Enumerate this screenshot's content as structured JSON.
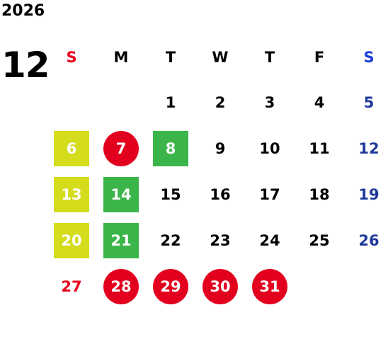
{
  "year": "2026",
  "month": "12",
  "colors": {
    "sunday_header": "#e8001c",
    "saturday_header": "#1f3fd9",
    "weekday": "#000000",
    "sunday_date": "#e8001c",
    "saturday_date": "#1f3a9a",
    "mark_text": "#ffffff",
    "red": "#e2001e",
    "yellow": "#d4dc1c",
    "green": "#3bb54a"
  },
  "weekdays": [
    {
      "label": "S",
      "kind": "sunday"
    },
    {
      "label": "M",
      "kind": "weekday"
    },
    {
      "label": "T",
      "kind": "weekday"
    },
    {
      "label": "W",
      "kind": "weekday"
    },
    {
      "label": "T",
      "kind": "weekday"
    },
    {
      "label": "F",
      "kind": "weekday"
    },
    {
      "label": "S",
      "kind": "saturday"
    }
  ],
  "days": [
    {
      "day": "1",
      "col": 2,
      "row": 0
    },
    {
      "day": "2",
      "col": 3,
      "row": 0
    },
    {
      "day": "3",
      "col": 4,
      "row": 0
    },
    {
      "day": "4",
      "col": 5,
      "row": 0
    },
    {
      "day": "5",
      "col": 6,
      "row": 0
    },
    {
      "day": "6",
      "col": 0,
      "row": 1,
      "mark": "square",
      "color": "yellow"
    },
    {
      "day": "7",
      "col": 1,
      "row": 1,
      "mark": "circle",
      "color": "red"
    },
    {
      "day": "8",
      "col": 2,
      "row": 1,
      "mark": "square",
      "color": "green"
    },
    {
      "day": "9",
      "col": 3,
      "row": 1
    },
    {
      "day": "10",
      "col": 4,
      "row": 1
    },
    {
      "day": "11",
      "col": 5,
      "row": 1
    },
    {
      "day": "12",
      "col": 6,
      "row": 1
    },
    {
      "day": "13",
      "col": 0,
      "row": 2,
      "mark": "square",
      "color": "yellow"
    },
    {
      "day": "14",
      "col": 1,
      "row": 2,
      "mark": "square",
      "color": "green"
    },
    {
      "day": "15",
      "col": 2,
      "row": 2
    },
    {
      "day": "16",
      "col": 3,
      "row": 2
    },
    {
      "day": "17",
      "col": 4,
      "row": 2
    },
    {
      "day": "18",
      "col": 5,
      "row": 2
    },
    {
      "day": "19",
      "col": 6,
      "row": 2
    },
    {
      "day": "20",
      "col": 0,
      "row": 3,
      "mark": "square",
      "color": "yellow"
    },
    {
      "day": "21",
      "col": 1,
      "row": 3,
      "mark": "square",
      "color": "green"
    },
    {
      "day": "22",
      "col": 2,
      "row": 3
    },
    {
      "day": "23",
      "col": 3,
      "row": 3
    },
    {
      "day": "24",
      "col": 4,
      "row": 3
    },
    {
      "day": "25",
      "col": 5,
      "row": 3
    },
    {
      "day": "26",
      "col": 6,
      "row": 3
    },
    {
      "day": "27",
      "col": 0,
      "row": 4
    },
    {
      "day": "28",
      "col": 1,
      "row": 4,
      "mark": "circle",
      "color": "red"
    },
    {
      "day": "29",
      "col": 2,
      "row": 4,
      "mark": "circle",
      "color": "red"
    },
    {
      "day": "30",
      "col": 3,
      "row": 4,
      "mark": "circle",
      "color": "red"
    },
    {
      "day": "31",
      "col": 4,
      "row": 4,
      "mark": "circle",
      "color": "red"
    }
  ]
}
